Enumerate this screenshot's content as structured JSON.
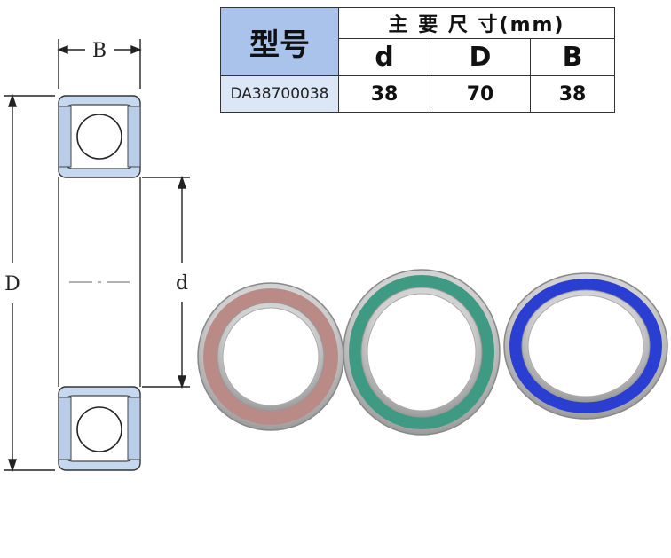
{
  "drawing": {
    "labels": {
      "B": "B",
      "D": "D",
      "d": "d"
    }
  },
  "spec_table": {
    "model_header": "型号",
    "dims_header": "主 要 尺 寸(mm)",
    "columns": [
      "d",
      "D",
      "B"
    ],
    "row": {
      "model": "DA38700038",
      "d": "38",
      "D": "70",
      "B": "38"
    }
  },
  "photo": {
    "bearings": [
      {
        "seal_color": "#b98a86"
      },
      {
        "seal_color": "#3f9a83"
      },
      {
        "seal_color": "#2a3fd2"
      }
    ]
  }
}
